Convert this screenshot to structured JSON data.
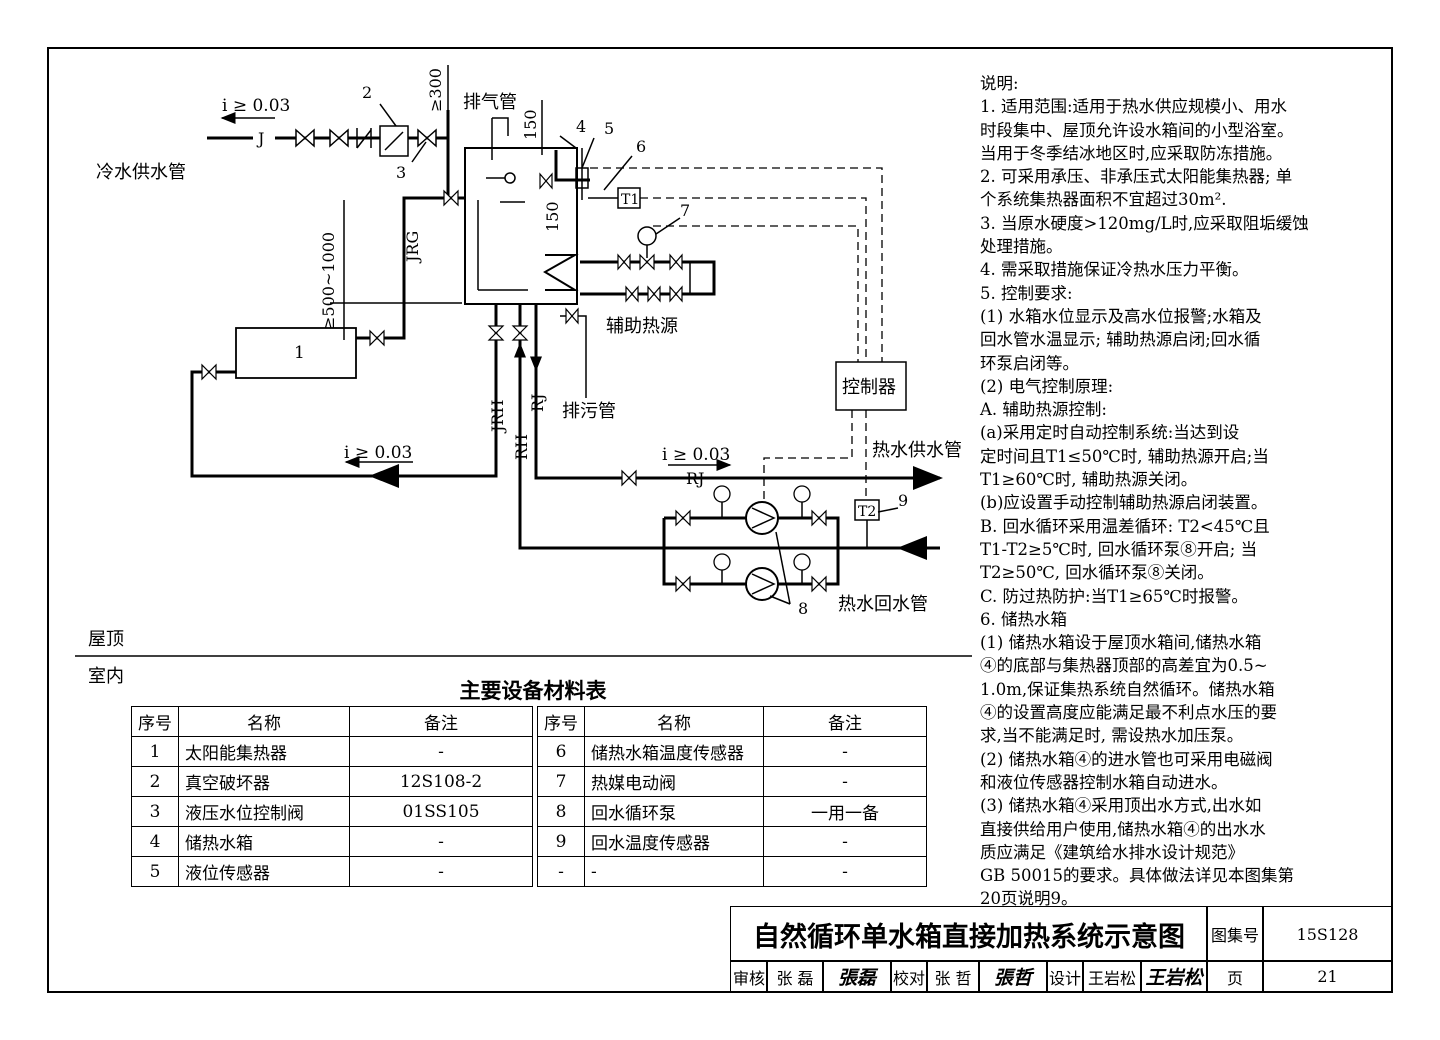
{
  "diagram": {
    "slope_top": "i ≥ 0.03",
    "pipe_J": "J",
    "cold_supply": "冷水供水管",
    "vent_pipe": "排气管",
    "dim_300": "≥300",
    "dim_150a": "150",
    "dim_150b": "150",
    "dim_500_1000": "≥500~1000",
    "pipe_JRG": "JRG",
    "pipe_JRH": "JRH",
    "pipe_RJ_v": "RJ",
    "pipe_RH": "RH",
    "pipe_RJ_h": "RJ",
    "slope_mid": "i ≥ 0.03",
    "slope_right": "i ≥ 0.03",
    "collector_no": "1",
    "aux_heat": "辅助热源",
    "drain": "排污管",
    "controller": "控制器",
    "hot_supply": "热水供水管",
    "hot_return": "热水回水管",
    "sensor_T1": "T1",
    "sensor_T2": "T2",
    "callouts": [
      "2",
      "3",
      "4",
      "5",
      "6",
      "7",
      "8",
      "9"
    ],
    "roof": "屋顶",
    "indoor": "室内"
  },
  "notes": [
    "说明:",
    "1. 适用范围:适用于热水供应规模小、用水",
    "    时段集中、屋顶允许设水箱间的小型浴室。",
    "    当用于冬季结冰地区时,应采取防冻措施。",
    "2. 可采用承压、非承压式太阳能集热器; 单",
    "    个系统集热器面积不宜超过30m².",
    "3. 当原水硬度>120mg/L时,应采取阻垢缓蚀",
    "    处理措施。",
    "4. 需采取措施保证冷热水压力平衡。",
    "5. 控制要求:",
    "    (1) 水箱水位显示及高水位报警;水箱及",
    "    回水管水温显示; 辅助热源启闭;回水循",
    "    环泵启闭等。",
    "    (2) 电气控制原理:",
    "    A. 辅助热源控制:",
    "        (a)采用定时自动控制系统:当达到设",
    "    定时间且T1≤50℃时, 辅助热源开启;当",
    "    T1≥60℃时, 辅助热源关闭。",
    "        (b)应设置手动控制辅助热源启闭装置。",
    "    B. 回水循环采用温差循环: T2<45℃且",
    "    T1-T2≥5℃时, 回水循环泵⑧开启; 当",
    "    T2≥50℃, 回水循环泵⑧关闭。",
    "    C. 防过热防护:当T1≥65℃时报警。",
    "6. 储热水箱",
    "    (1) 储热水箱设于屋顶水箱间,储热水箱",
    "    ④的底部与集热器顶部的高差宜为0.5~",
    "    1.0m,保证集热系统自然循环。储热水箱",
    "    ④的设置高度应能满足最不利点水压的要",
    "    求,当不能满足时, 需设热水加压泵。",
    "    (2) 储热水箱④的进水管也可采用电磁阀",
    "    和液位传感器控制水箱自动进水。",
    "    (3) 储热水箱④采用顶出水方式,出水如",
    "    直接供给用户使用,储热水箱④的出水水",
    "    质应满足《建筑给水排水设计规范》",
    "    GB 50015的要求。具体做法详见本图集第",
    "    20页说明9。"
  ],
  "equipment": {
    "title": "主要设备材料表",
    "headers": [
      "序号",
      "名称",
      "备注",
      "序号",
      "名称",
      "备注"
    ],
    "rows": [
      [
        "1",
        "太阳能集热器",
        "-",
        "6",
        "储热水箱温度传感器",
        "-"
      ],
      [
        "2",
        "真空破坏器",
        "12S108-2",
        "7",
        "热媒电动阀",
        "-"
      ],
      [
        "3",
        "液压水位控制阀",
        "01SS105",
        "8",
        "回水循环泵",
        "一用一备"
      ],
      [
        "4",
        "储热水箱",
        "-",
        "9",
        "回水温度传感器",
        "-"
      ],
      [
        "5",
        "液位传感器",
        "-",
        "-",
        "-",
        "-"
      ]
    ]
  },
  "title_block": {
    "title": "自然循环单水箱直接加热系统示意图",
    "atlas_label": "图集号",
    "atlas_no": "15S128",
    "review_label": "审核",
    "reviewer": "张 磊",
    "review_sig": "張磊",
    "check_label": "校对",
    "checker": "张 哲",
    "check_sig": "張哲",
    "design_label": "设计",
    "designer": "王岩松",
    "design_sig": "王岩松",
    "page_label": "页",
    "page_no": "21"
  }
}
